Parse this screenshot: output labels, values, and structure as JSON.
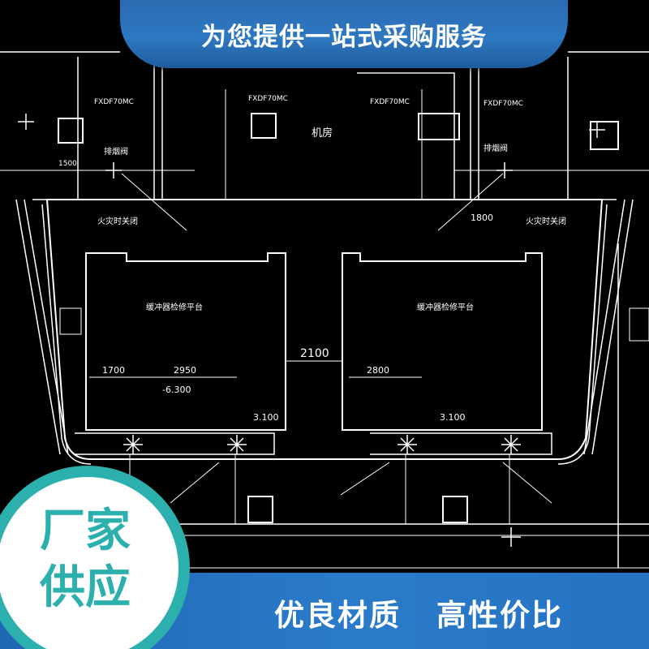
{
  "banner": {
    "top_text": "为您提供一站式采购服务"
  },
  "badge": {
    "line1": "厂家",
    "line2": "供应"
  },
  "footer": {
    "slogan_left": "优良材质",
    "slogan_right": "高性价比"
  },
  "drawing": {
    "room_label": "机房",
    "dim_center": "2100",
    "dim_left_a": "1700",
    "dim_left_b": "2950",
    "dim_right_a": "2800",
    "elevation": "-6.300",
    "level_left": "3.100",
    "level_right": "3.100",
    "dim_1800": "1800",
    "note_left_pit": "缓冲器检修平台",
    "note_right_pit": "缓冲器检修平台",
    "note_fire_left": "火灾时关闭",
    "note_fire_right": "火灾时关闭",
    "note_tag_left": "排烟阀",
    "note_tag_right": "排烟阀",
    "fan_labels": [
      "FXDF70MC",
      "FXDF70MC",
      "FXDF70MC",
      "FXDF70MC"
    ],
    "dim_small": "1500"
  }
}
